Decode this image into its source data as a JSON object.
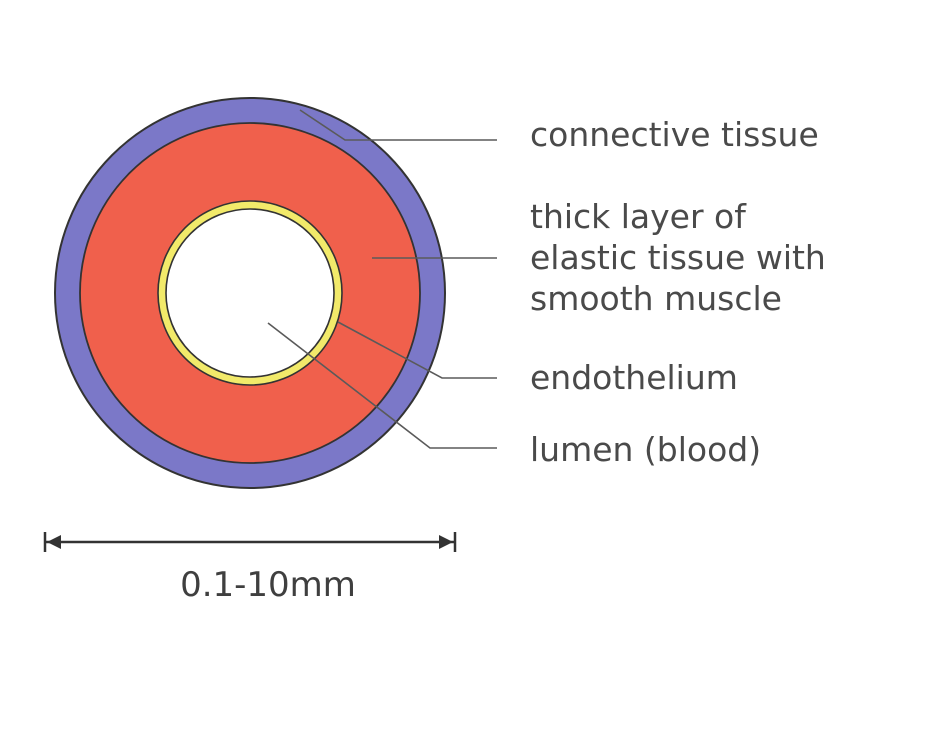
{
  "labels": {
    "connective": "connective tissue",
    "elastic": [
      "thick layer of",
      "elastic tissue with",
      "smooth muscle"
    ],
    "endothelium": "endothelium",
    "lumen": "lumen (blood)"
  },
  "scale_bar": {
    "label": "0.1-10mm"
  },
  "colors": {
    "connective_tissue": "#7b78c8",
    "elastic_muscle": "#f0604c",
    "endothelium": "#f2ea6a",
    "lumen": "#ffffff",
    "outline": "#333333"
  }
}
